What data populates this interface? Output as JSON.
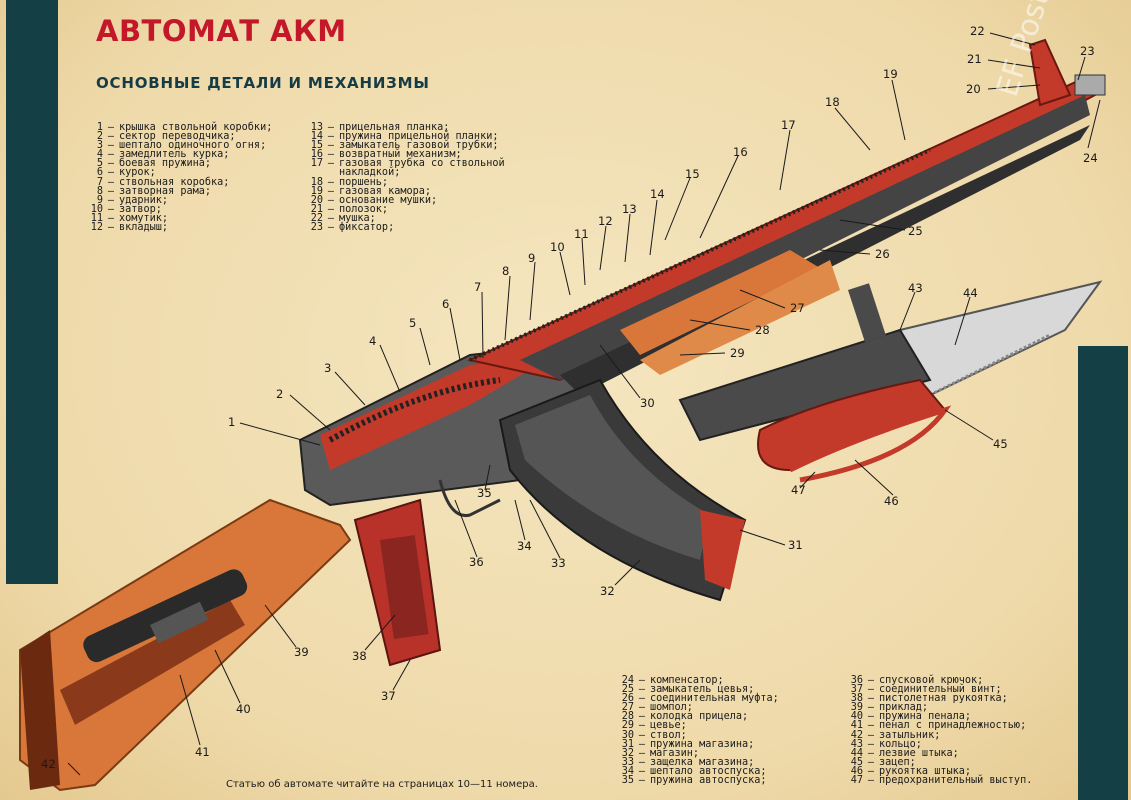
{
  "title": "АВТОМАТ АКМ",
  "subtitle": "ОСНОВНЫЕ ДЕТАЛИ И МЕХАНИЗМЫ",
  "parts_col1": [
    {
      "num": "1",
      "name": "крышка ствольной коробки;"
    },
    {
      "num": "2",
      "name": "сектор переводчика;"
    },
    {
      "num": "3",
      "name": "шептало одиночного огня;"
    },
    {
      "num": "4",
      "name": "замедлитель курка;"
    },
    {
      "num": "5",
      "name": "боевая пружина;"
    },
    {
      "num": "6",
      "name": "курок;"
    },
    {
      "num": "7",
      "name": "ствольная коробка;"
    },
    {
      "num": "8",
      "name": "затворная рама;"
    },
    {
      "num": "9",
      "name": "ударник;"
    },
    {
      "num": "10",
      "name": "затвор;"
    },
    {
      "num": "11",
      "name": "хомутик;"
    },
    {
      "num": "12",
      "name": "вкладыш;"
    }
  ],
  "parts_col2": [
    {
      "num": "13",
      "name": "прицельная планка;"
    },
    {
      "num": "14",
      "name": "пружина прицельной планки;"
    },
    {
      "num": "15",
      "name": "замыкатель газовой трубки;"
    },
    {
      "num": "16",
      "name": "возвратный механизм;"
    },
    {
      "num": "17",
      "name": "газовая трубка со ствольной"
    },
    {
      "num": "",
      "name": "накладкой;"
    },
    {
      "num": "18",
      "name": "поршень;"
    },
    {
      "num": "19",
      "name": "газовая камора;"
    },
    {
      "num": "20",
      "name": "основание мушки;"
    },
    {
      "num": "21",
      "name": "полозок;"
    },
    {
      "num": "22",
      "name": "мушка;"
    },
    {
      "num": "23",
      "name": "фиксатор;"
    }
  ],
  "parts_col3": [
    {
      "num": "24",
      "name": "компенсатор;"
    },
    {
      "num": "25",
      "name": "замыкатель цевья;"
    },
    {
      "num": "26",
      "name": "соединительная муфта;"
    },
    {
      "num": "27",
      "name": "шомпол;"
    },
    {
      "num": "28",
      "name": "колодка прицела;"
    },
    {
      "num": "29",
      "name": "цевье;"
    },
    {
      "num": "30",
      "name": "ствол;"
    },
    {
      "num": "31",
      "name": "пружина магазина;"
    },
    {
      "num": "32",
      "name": "магазин;"
    },
    {
      "num": "33",
      "name": "защелка магазина;"
    },
    {
      "num": "34",
      "name": "шептало автоспуска;"
    },
    {
      "num": "35",
      "name": "пружина автоспуска;"
    }
  ],
  "parts_col4": [
    {
      "num": "36",
      "name": "спусковой крючок;"
    },
    {
      "num": "37",
      "name": "соединительный винт;"
    },
    {
      "num": "38",
      "name": "пистолетная рукоятка;"
    },
    {
      "num": "39",
      "name": "приклад;"
    },
    {
      "num": "40",
      "name": "пружина пенала;"
    },
    {
      "num": "41",
      "name": "пенал с принадлежностью;"
    },
    {
      "num": "42",
      "name": "затыльник;"
    },
    {
      "num": "43",
      "name": "кольцо;"
    },
    {
      "num": "44",
      "name": "лезвие штыка;"
    },
    {
      "num": "45",
      "name": "зацеп;"
    },
    {
      "num": "46",
      "name": "рукоятка штыка;"
    },
    {
      "num": "47",
      "name": "предохранительный выступ."
    }
  ],
  "dash": "—",
  "footer": "Статью об автомате читайте на страницах 10—11 номера.",
  "watermark": "EF Poster Decor Store",
  "callout_numbers": [
    "1",
    "2",
    "3",
    "4",
    "5",
    "6",
    "7",
    "8",
    "9",
    "10",
    "11",
    "12",
    "13",
    "14",
    "15",
    "16",
    "17",
    "18",
    "19",
    "20",
    "21",
    "22",
    "23",
    "24",
    "25",
    "26",
    "27",
    "28",
    "29",
    "30",
    "31",
    "32",
    "33",
    "34",
    "35",
    "36",
    "37",
    "38",
    "39",
    "40",
    "41",
    "42",
    "43",
    "44",
    "45",
    "46",
    "47"
  ],
  "colors": {
    "background": "#f0dfb5",
    "accent_red": "#c3182a",
    "panel_teal": "#133f45",
    "wood": "#d9773a",
    "metal_dark": "#3a3a3a",
    "grip_red": "#b8322a"
  }
}
